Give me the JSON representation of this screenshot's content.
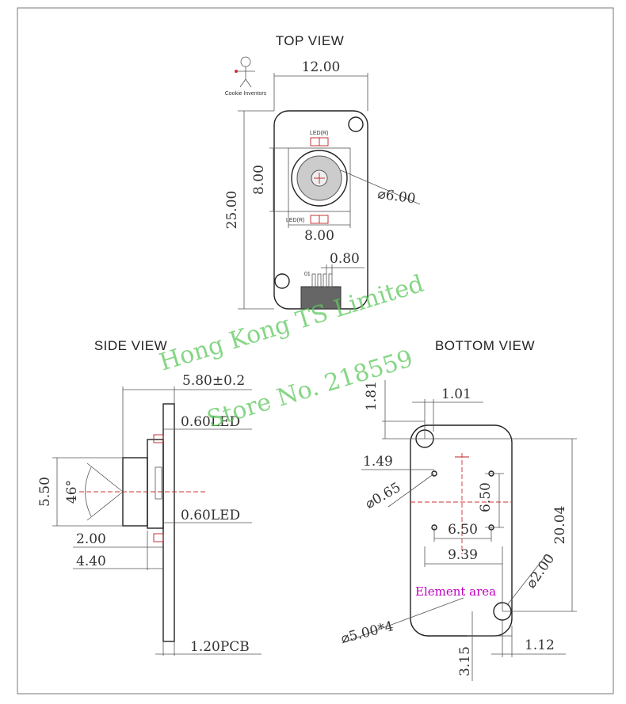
{
  "views": {
    "top_title": "TOP VIEW",
    "side_title": "SIDE VIEW",
    "bottom_title": "BOTTOM  VIEW"
  },
  "top_view": {
    "width": "12.00",
    "height": "25.00",
    "lens_height": "8.00",
    "lens_width": "8.00",
    "lens_diameter": "⌀6.00",
    "pin_pitch": "0.80",
    "led_top": "LED(R)",
    "led_bottom": "LED(R)",
    "pin_label": "01"
  },
  "side_view": {
    "depth": "5.80±0.2",
    "led_top": "0.60LED",
    "led_bottom": "0.60LED",
    "lens_height": "5.50",
    "angle": "46°",
    "offset_a": "2.00",
    "offset_b": "4.40",
    "pcb": "1.20PCB"
  },
  "bottom_view": {
    "d_181": "1.81",
    "d_101": "1.01",
    "d_149": "1.49",
    "d_065": "⌀0.65",
    "d_650v": "6.50",
    "d_650h": "6.50",
    "d_939": "9.39",
    "d_2004": "20.04",
    "d_200": "⌀2.00",
    "element_area": "Element area",
    "holes": "⌀5.00*4",
    "d_315": "3.15",
    "d_112": "1.12"
  },
  "watermark": {
    "line1": "Hong Kong TS Limited",
    "line2": "Store No. 218559"
  },
  "logo_text": "Cookie Inventors",
  "colors": {
    "watermark": "#5ec95e",
    "element_area": "#c000c0",
    "accent_red": "#b22222"
  }
}
